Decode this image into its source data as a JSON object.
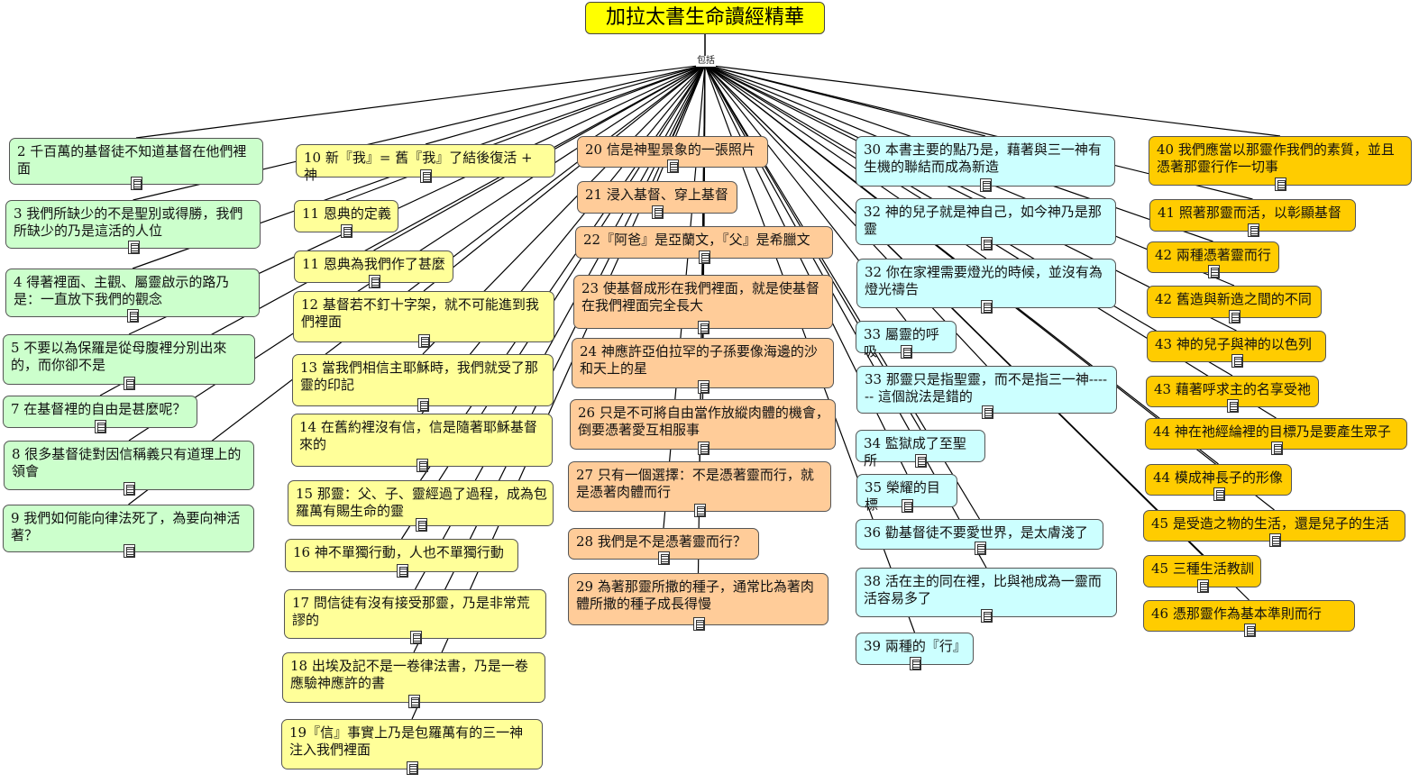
{
  "title": "加拉太書生命讀經精華",
  "link_label": "包括",
  "colors": {
    "root": "#ffff00",
    "green": "#ccffcc",
    "yellow": "#ffff99",
    "orange": "#ffcc99",
    "cyan": "#ccffff",
    "gold": "#ffcc00",
    "line": "#000000"
  },
  "node_icon": "document-icon",
  "nodes": [
    {
      "text": "2 千百萬的基督徒不知道基督在他們裡面",
      "color": "green"
    },
    {
      "text": "3 我們所缺少的不是聖別或得勝，我們所缺少的乃是這活的人位",
      "color": "green"
    },
    {
      "text": "4 得著裡面、主觀、屬靈啟示的路乃是：一直放下我們的觀念",
      "color": "green"
    },
    {
      "text": "5 不要以為保羅是從母腹裡分別出來的，而你卻不是",
      "color": "green"
    },
    {
      "text": "7 在基督裡的自由是甚麼呢？",
      "color": "green"
    },
    {
      "text": "8 很多基督徒對因信稱義只有道理上的領會",
      "color": "green"
    },
    {
      "text": "9 我們如何能向律法死了，為要向神活著？",
      "color": "green"
    },
    {
      "text": "10 新『我』= 舊『我』了結後復活 + 神",
      "color": "yellow"
    },
    {
      "text": "11 恩典的定義",
      "color": "yellow"
    },
    {
      "text": "11 恩典為我們作了甚麼",
      "color": "yellow"
    },
    {
      "text": "12 基督若不釘十字架，就不可能進到我們裡面",
      "color": "yellow"
    },
    {
      "text": "13 當我們相信主耶穌時，我們就受了那靈的印記",
      "color": "yellow"
    },
    {
      "text": "14 在舊約裡沒有信，信是隨著耶穌基督來的",
      "color": "yellow"
    },
    {
      "text": "15 那靈：父、子、靈經過了過程，成為包羅萬有賜生命的靈",
      "color": "yellow"
    },
    {
      "text": "16 神不單獨行動，人也不單獨行動",
      "color": "yellow"
    },
    {
      "text": "17 問信徒有沒有接受那靈，乃是非常荒謬的",
      "color": "yellow"
    },
    {
      "text": "18 出埃及記不是一卷律法書，乃是一卷應驗神應許的書",
      "color": "yellow"
    },
    {
      "text": "19『信』事實上乃是包羅萬有的三一神注入我們裡面",
      "color": "yellow"
    },
    {
      "text": "20 信是神聖景象的一張照片",
      "color": "orange"
    },
    {
      "text": "21 浸入基督、穿上基督",
      "color": "orange"
    },
    {
      "text": "22『阿爸』是亞蘭文，『父』是希臘文",
      "color": "orange"
    },
    {
      "text": "23 使基督成形在我們裡面，就是使基督在我們裡面完全長大",
      "color": "orange"
    },
    {
      "text": "24 神應許亞伯拉罕的子孫要像海邊的沙和天上的星",
      "color": "orange"
    },
    {
      "text": "26 只是不可將自由當作放縱肉體的機會，倒要憑著愛互相服事",
      "color": "orange"
    },
    {
      "text": "27 只有一個選擇：不是憑著靈而行，就是憑著肉體而行",
      "color": "orange"
    },
    {
      "text": "28 我們是不是憑著靈而行？",
      "color": "orange"
    },
    {
      "text": "29 為著那靈所撒的種子，通常比為著肉體所撒的種子成長得慢",
      "color": "orange"
    },
    {
      "text": "30 本書主要的點乃是，藉著與三一神有生機的聯結而成為新造",
      "color": "cyan"
    },
    {
      "text": "32 神的兒子就是神自己，如今神乃是那靈",
      "color": "cyan"
    },
    {
      "text": "32 你在家裡需要燈光的時候，並沒有為燈光禱告",
      "color": "cyan"
    },
    {
      "text": "33 屬靈的呼吸",
      "color": "cyan"
    },
    {
      "text": "33 那靈只是指聖靈，而不是指三一神------ 這個說法是錯的",
      "color": "cyan"
    },
    {
      "text": "34 監獄成了至聖所",
      "color": "cyan"
    },
    {
      "text": "35 榮耀的目標",
      "color": "cyan"
    },
    {
      "text": "36 勸基督徒不要愛世界，是太膚淺了",
      "color": "cyan"
    },
    {
      "text": "38 活在主的同在裡，比與祂成為一靈而活容易多了",
      "color": "cyan"
    },
    {
      "text": "39 兩種的『行』",
      "color": "cyan"
    },
    {
      "text": "40 我們應當以那靈作我們的素質，並且憑著那靈行作一切事",
      "color": "gold"
    },
    {
      "text": "41 照著那靈而活，以彰顯基督",
      "color": "gold"
    },
    {
      "text": "42 兩種憑著靈而行",
      "color": "gold"
    },
    {
      "text": "42 舊造與新造之間的不同",
      "color": "gold"
    },
    {
      "text": "43 神的兒子與神的以色列",
      "color": "gold"
    },
    {
      "text": "43 藉著呼求主的名享受祂",
      "color": "gold"
    },
    {
      "text": "44 神在祂經綸裡的目標乃是要產生眾子",
      "color": "gold"
    },
    {
      "text": "44 模成神長子的形像",
      "color": "gold"
    },
    {
      "text": "45 是受造之物的生活，還是兒子的生活",
      "color": "gold"
    },
    {
      "text": "45 三種生活教訓",
      "color": "gold"
    },
    {
      "text": "46 憑那靈作為基本準則而行",
      "color": "gold"
    }
  ]
}
